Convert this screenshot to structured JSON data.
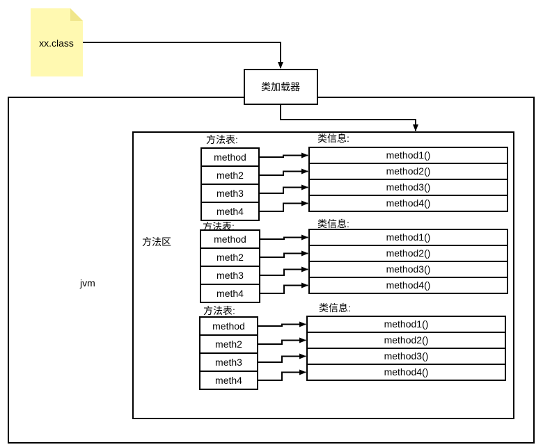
{
  "file_note": {
    "label": "xx.class",
    "fill": "#fff9b1"
  },
  "class_loader": {
    "label": "类加载器"
  },
  "jvm": {
    "label": "jvm"
  },
  "method_area": {
    "label": "方法区"
  },
  "method_groups": [
    {
      "table_title": "方法表:",
      "class_info_title": "类信息:",
      "methods": [
        "method",
        "meth2",
        "meth3",
        "meth4"
      ],
      "class_info": [
        "method1()",
        "method2()",
        "method3()",
        "method4()"
      ]
    },
    {
      "table_title": "方法表:",
      "class_info_title": "类信息:",
      "methods": [
        "method",
        "meth2",
        "meth3",
        "meth4"
      ],
      "class_info": [
        "method1()",
        "method2()",
        "method3()",
        "method4()"
      ]
    },
    {
      "table_title": "方法表:",
      "class_info_title": "类信息:",
      "methods": [
        "method",
        "meth2",
        "meth3",
        "meth4"
      ],
      "class_info": [
        "method1()",
        "method2()",
        "method3()",
        "method4()"
      ]
    }
  ],
  "colors": {
    "stroke": "#000000",
    "note": "#fff9b1",
    "background": "#ffffff"
  }
}
